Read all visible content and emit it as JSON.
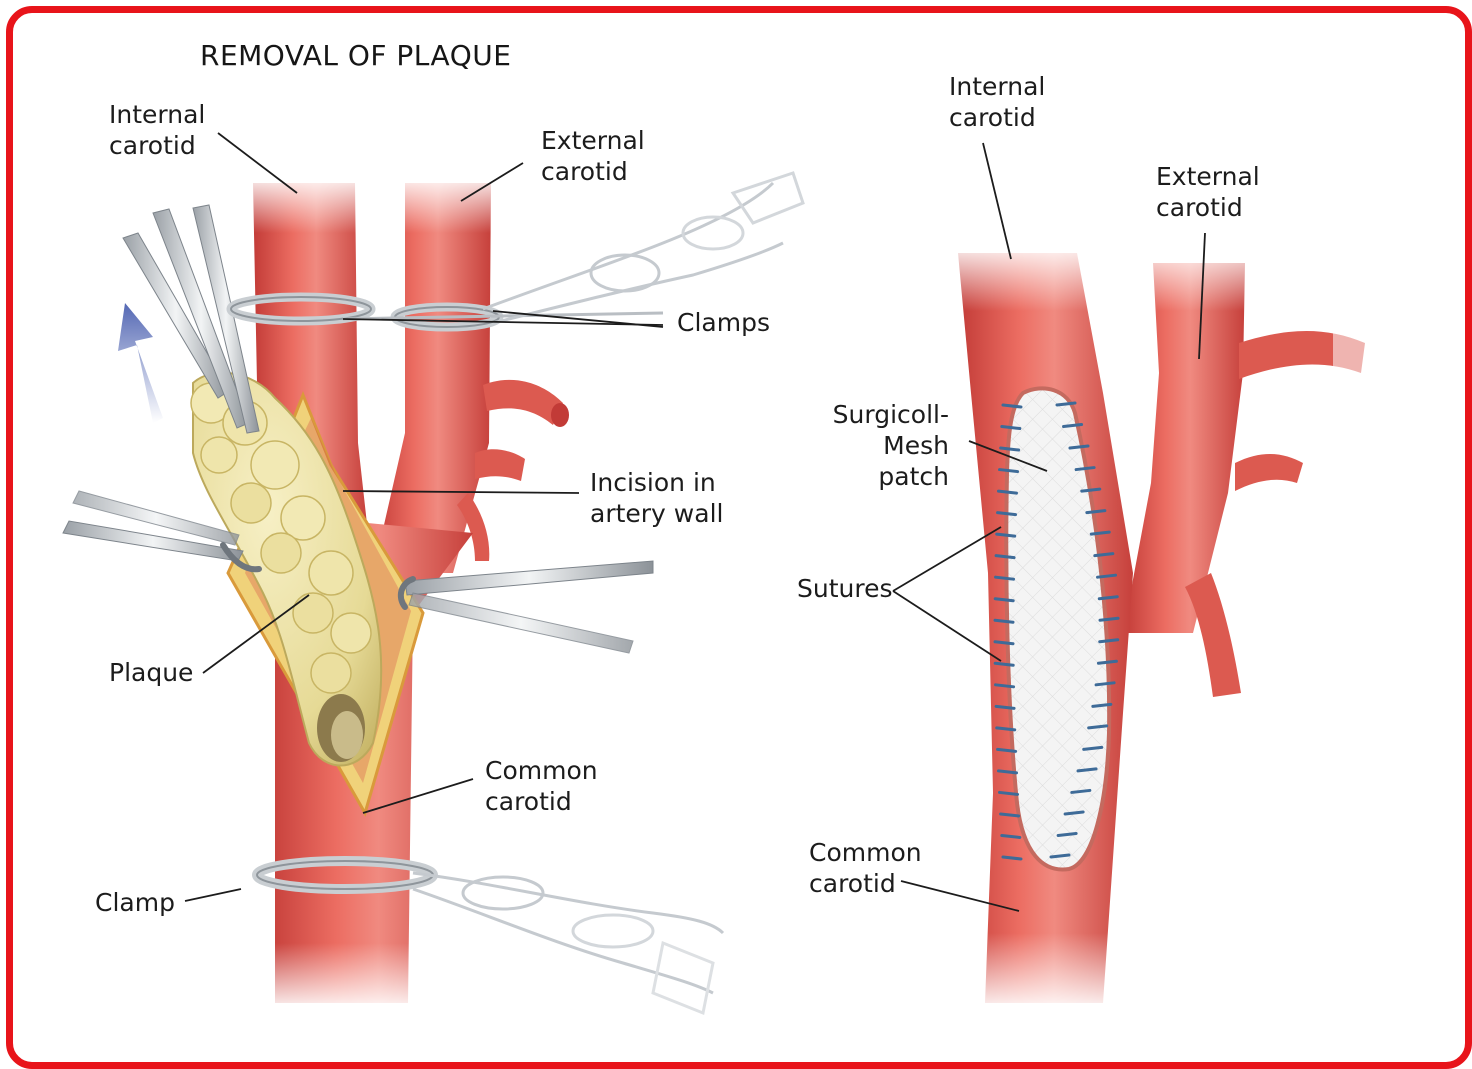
{
  "title": "REMOVAL OF PLAQUE",
  "left_panel": {
    "internal_carotid": "Internal\ncarotid",
    "external_carotid": "External\ncarotid",
    "clamps": "Clamps",
    "incision": "Incision in\nartery wall",
    "plaque": "Plaque",
    "common_carotid": "Common\ncarotid",
    "clamp": "Clamp"
  },
  "right_panel": {
    "internal_carotid": "Internal\ncarotid",
    "external_carotid": "External\ncarotid",
    "patch": "Surgicoll-Mesh\npatch",
    "sutures": "Sutures",
    "common_carotid": "Common\ncarotid"
  },
  "colors": {
    "border": "#e8141a",
    "artery": "#e2594f",
    "artery_dark": "#c6403b",
    "plaque": "#ece2a3",
    "arrow": "#5468b4",
    "suture": "#3e6b98",
    "patch": "#f3f3f3"
  }
}
